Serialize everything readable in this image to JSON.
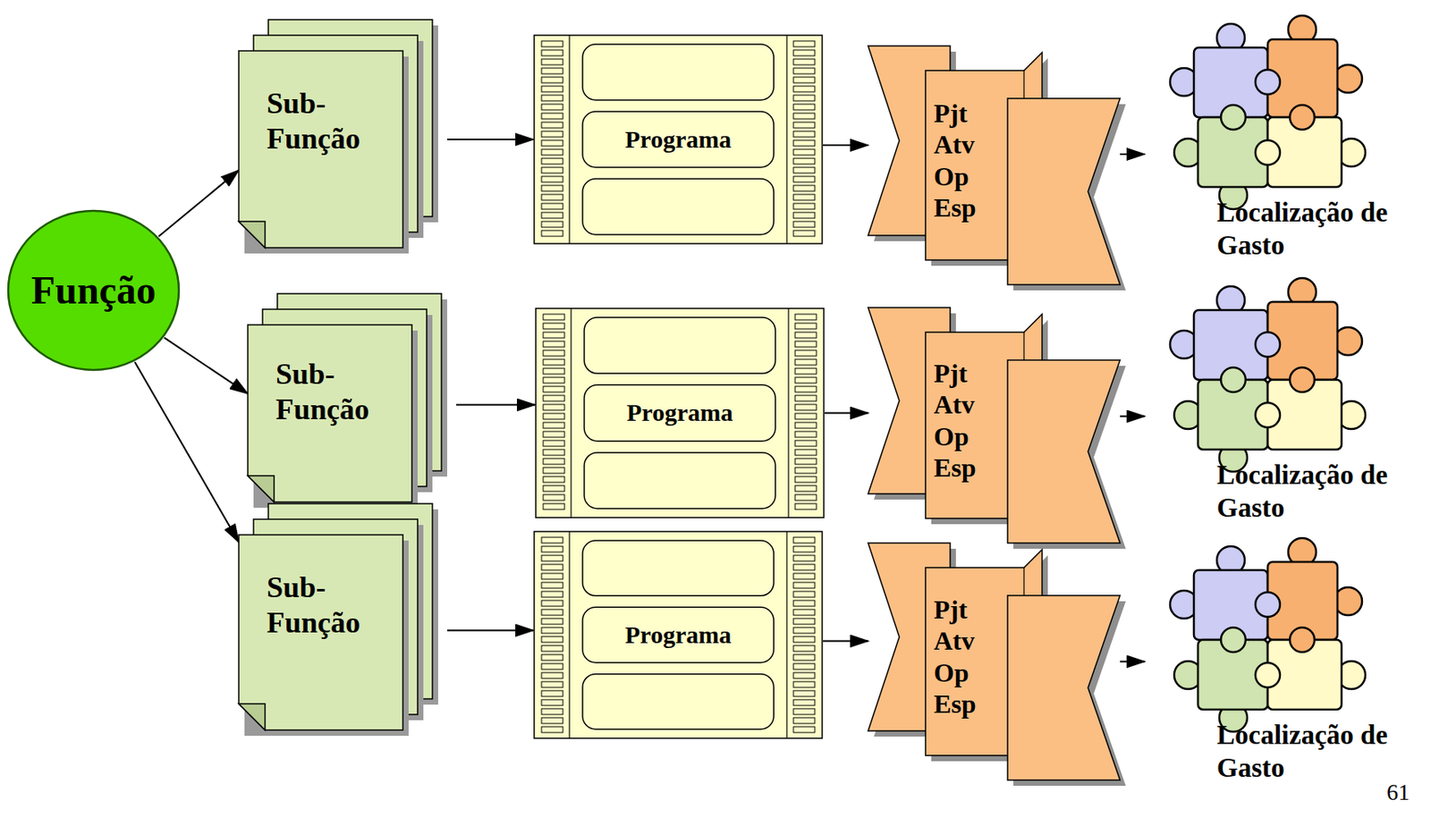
{
  "diagram": {
    "nodes": [
      {
        "text": [
          "Função"
        ]
      },
      {
        "text": [
          "Sub- Função"
        ]
      },
      {
        "text": [
          "Programa"
        ]
      },
      {
        "text": [
          "Pjt Atv Op Esp"
        ]
      },
      {
        "text": [
          "Localização de Gasto"
        ]
      },
      {
        "text": [
          "Sub- Função"
        ]
      },
      {
        "text": [
          "Programa"
        ]
      },
      {
        "text": [
          "Pjt Atv Op Esp"
        ]
      },
      {
        "text": [
          "Localização de Gasto"
        ]
      },
      {
        "text": [
          "Sub- Função"
        ]
      },
      {
        "text": [
          "Programa"
        ]
      },
      {
        "text": [
          "Pjt Atv Op Esp"
        ]
      },
      {
        "text": [
          "Localização de Gasto"
        ]
      }
    ],
    "edges": [
      {
        "from": 0,
        "to": 1,
        "arrow": "to"
      },
      {
        "from": 0,
        "to": 5,
        "arrow": "to"
      },
      {
        "from": 0,
        "to": 9,
        "arrow": "to"
      },
      {
        "from": 1,
        "to": 2,
        "arrow": "to"
      },
      {
        "from": 2,
        "to": 3,
        "arrow": "to"
      },
      {
        "from": 3,
        "to": 4,
        "arrow": "to"
      },
      {
        "from": 5,
        "to": 6,
        "arrow": "to"
      },
      {
        "from": 6,
        "to": 7,
        "arrow": "to"
      },
      {
        "from": 7,
        "to": 8,
        "arrow": "to"
      },
      {
        "from": 9,
        "to": 10,
        "arrow": "to"
      },
      {
        "from": 10,
        "to": 11,
        "arrow": "to"
      },
      {
        "from": 11,
        "to": 12,
        "arrow": "to"
      }
    ],
    "labels": [
      "61"
    ]
  }
}
